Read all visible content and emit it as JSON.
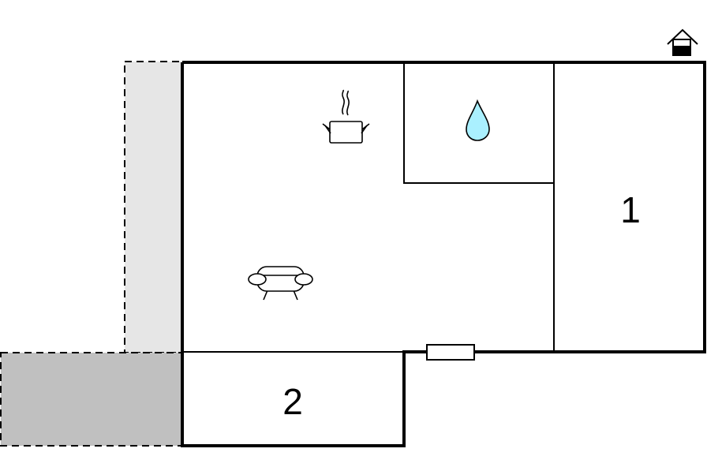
{
  "floorplan": {
    "rooms": [
      {
        "id": "bedroom-1",
        "label": "1"
      },
      {
        "id": "bedroom-2",
        "label": "2"
      }
    ],
    "icons": {
      "house": "house-icon",
      "kitchen": "cooking-pot-icon",
      "bathroom": "water-drop-icon",
      "living": "sofa-icon",
      "entrance": "door-icon"
    },
    "colors": {
      "wall": "#000000",
      "terrace_light": "#e6e6e6",
      "terrace_dark": "#c0c0c0",
      "water": "#aaf0ff",
      "background": "#ffffff"
    }
  }
}
